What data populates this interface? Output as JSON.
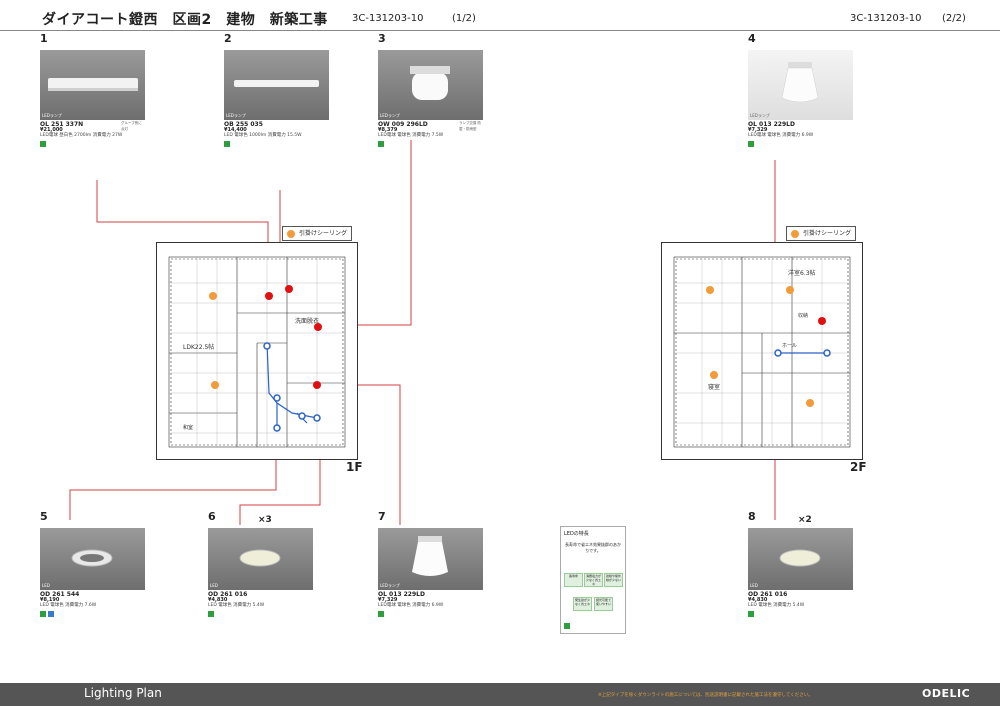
{
  "header": {
    "title": "ダイアコート鐙西　区画2　建物　新築工事",
    "doc_no_1": "3C-131203-10",
    "page_1": "(1/2)",
    "doc_no_2": "3C-131203-10",
    "page_2": "(2/2)"
  },
  "legend_label": "引掛けシーリング",
  "floors": {
    "first": "1F",
    "second": "2F"
  },
  "plan_labels": {
    "ldk": "LDK22.5帖",
    "washroom": "洗面脱衣",
    "japanese": "和室",
    "west_room": "洋室6.3帖",
    "bedroom": "寝室",
    "storage": "収納",
    "hall": "ホール"
  },
  "products": [
    {
      "num": "1",
      "category": "LEDランプ",
      "model": "OL 251 337N",
      "price": "¥21,000",
      "spec": "LED電球 昼白色 2700lm 消費電力 27W",
      "note": "グループ別に点灯",
      "qty": ""
    },
    {
      "num": "2",
      "category": "LEDランプ",
      "model": "OB 255 035",
      "price": "¥14,400",
      "spec": "LED 電球色 1000lm 消費電力 15.5W",
      "note": "",
      "qty": ""
    },
    {
      "num": "3",
      "category": "LEDランプ",
      "model": "OW 009 296LD",
      "price": "¥8,379",
      "spec": "LED電球 電球色 消費電力 7.5W",
      "note": "ランプ交換 防湿・防雨型",
      "qty": ""
    },
    {
      "num": "4",
      "category": "LEDランプ",
      "model": "OL 013 229LD",
      "price": "¥7,329",
      "spec": "LED電球 電球色 消費電力 6.9W",
      "note": "",
      "qty": ""
    },
    {
      "num": "5",
      "category": "LED",
      "model": "OD 261 544",
      "price": "¥8,190",
      "spec": "LED 電球色 消費電力 7.6W",
      "note": "",
      "qty": ""
    },
    {
      "num": "6",
      "category": "LED",
      "model": "OD 261 016",
      "price": "¥4,830",
      "spec": "LED 電球色 消費電力 5.4W",
      "note": "",
      "qty": "×3"
    },
    {
      "num": "7",
      "category": "LEDランプ",
      "model": "OL 013 229LD",
      "price": "¥7,329",
      "spec": "LED電球 電球色 消費電力 6.9W",
      "note": "",
      "qty": ""
    },
    {
      "num": "8",
      "category": "LED",
      "model": "OD 261 016",
      "price": "¥4,830",
      "spec": "LED 電球色 消費電力 5.4W",
      "note": "",
      "qty": "×2"
    }
  ],
  "led_panel": {
    "title": "LEDの特長",
    "subtitle": "長寿命で省エネ効果抜群のあかりです。",
    "features": [
      "長寿命",
      "消費電力が少なく省エネ",
      "熱線や紫外線が少ない",
      "発生熱が少なく省エネ",
      "調光可能で使いやすい"
    ]
  },
  "footer": {
    "brand": "Lighting Plan",
    "note": "※上記タイプを除くダウンライトの施工については、別途説明書に記載された施工法を遵守してください。",
    "logo": "ODELIC"
  },
  "colors": {
    "footer_bg": "#555555",
    "legend_dot": "#f39a3a",
    "red_fixture": "#e01010",
    "blue_fixture": "#2a62c8",
    "leader_line": "#d04040"
  }
}
